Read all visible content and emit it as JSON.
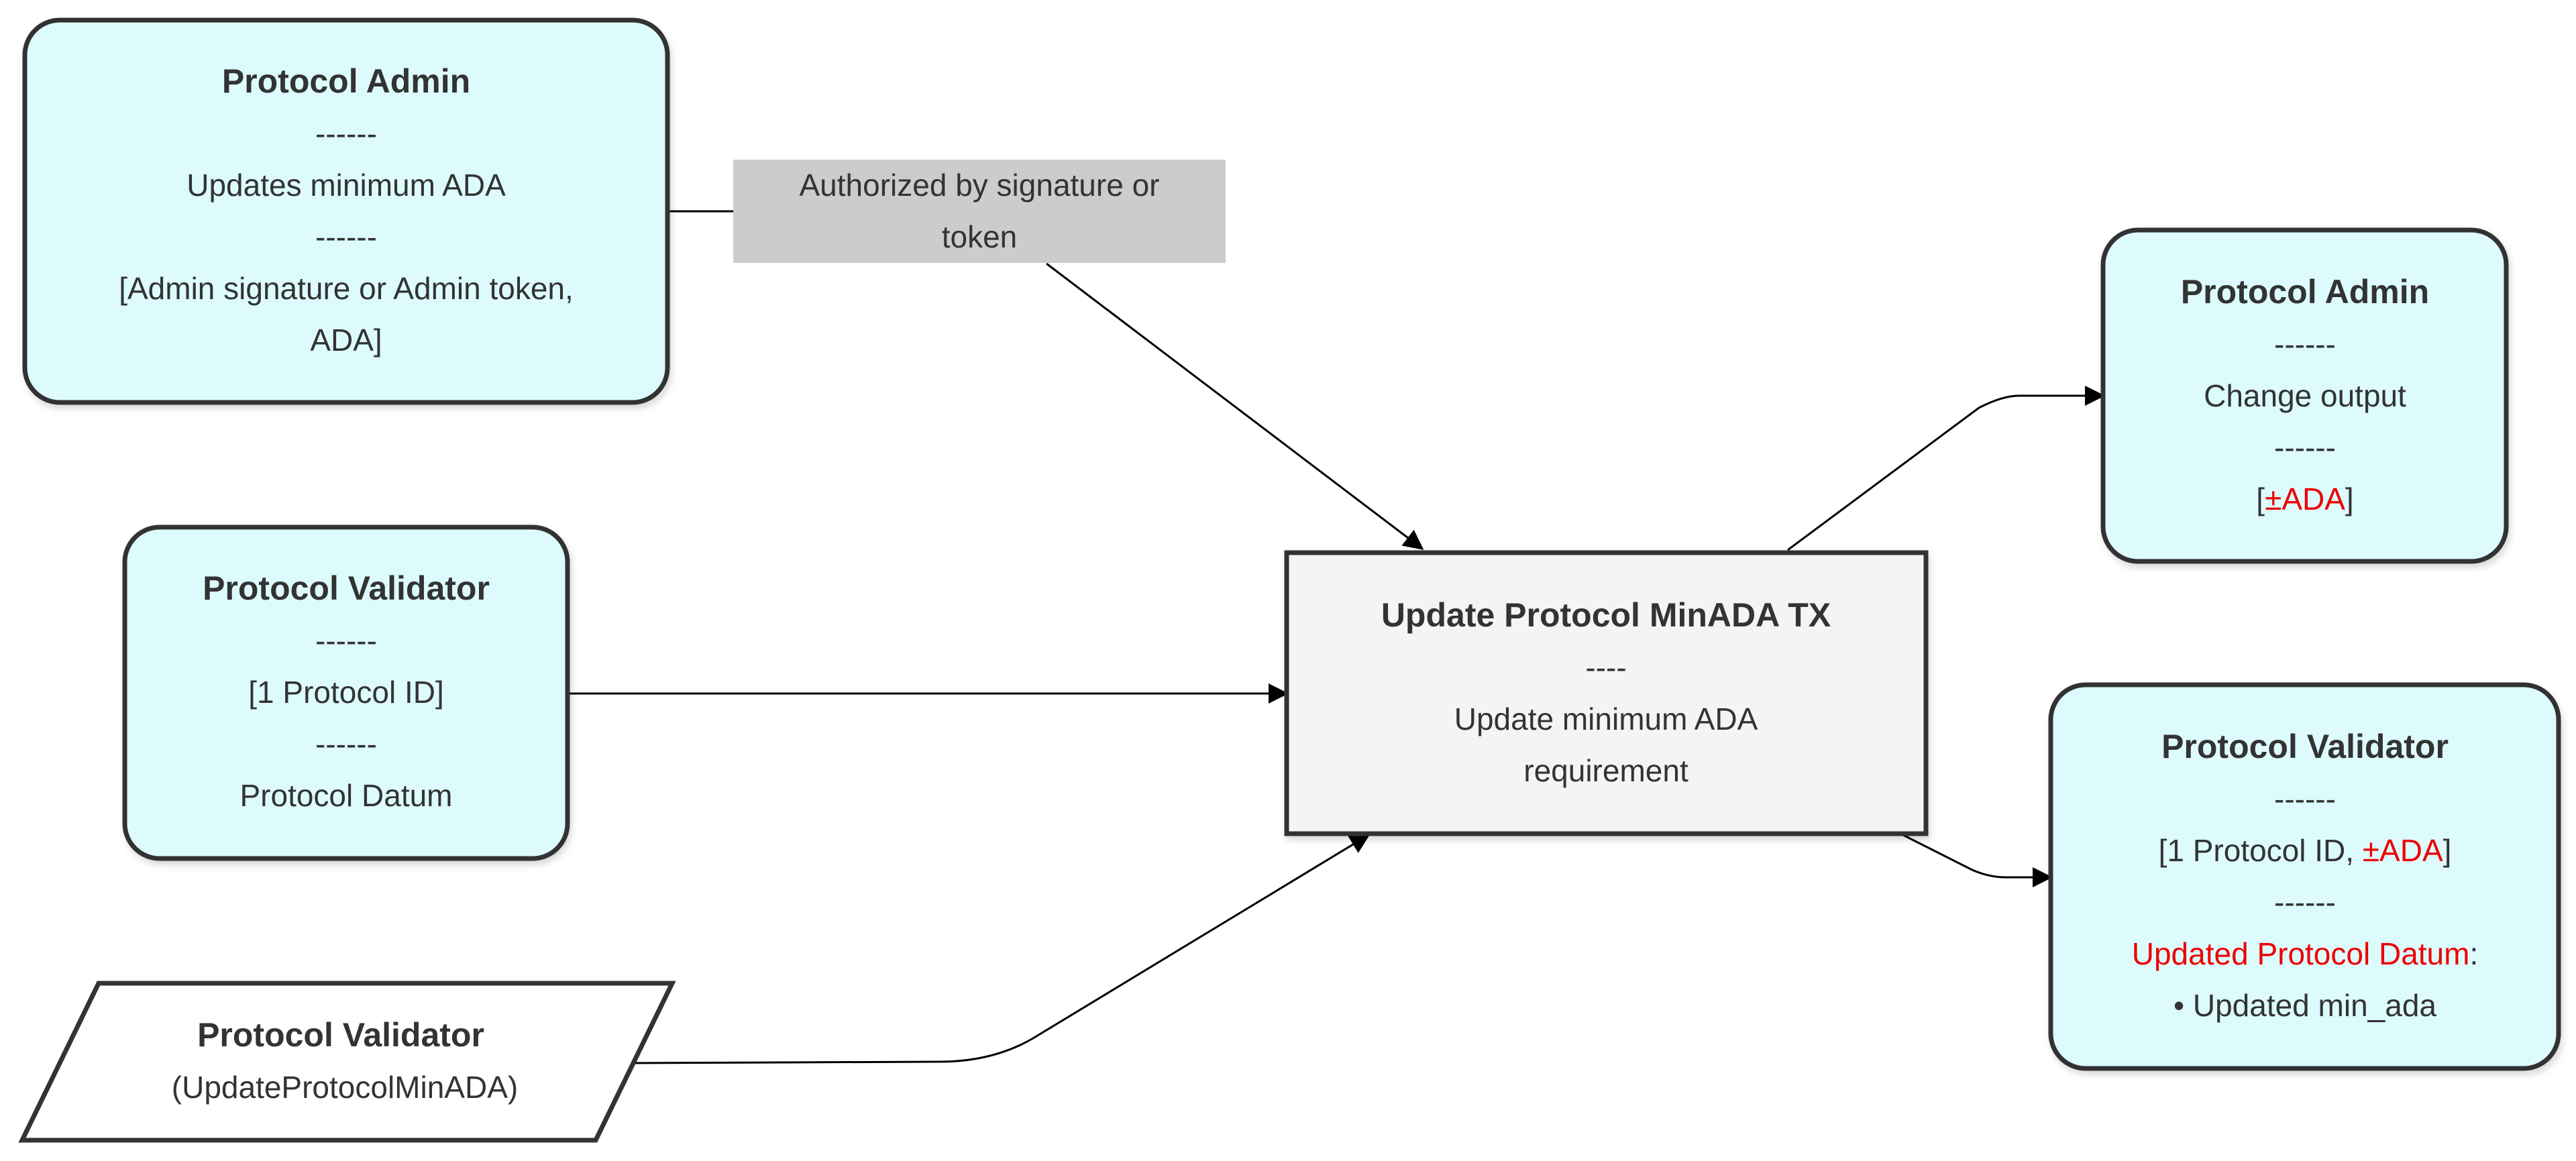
{
  "colors": {
    "node_fill": "#ddfbfd",
    "node_stroke": "#333333",
    "tx_fill": "#f4f4f4",
    "label_bg": "#cccccc",
    "highlight": "#ee0000",
    "edge": "#000000"
  },
  "inputs": {
    "admin": {
      "title": "Protocol Admin",
      "sep1": "------",
      "line1": "Updates minimum ADA",
      "sep2": "------",
      "line2a": "[Admin signature or Admin token,",
      "line2b": "ADA]"
    },
    "validator": {
      "title": "Protocol Validator",
      "sep1": "------",
      "line1": "[1 Protocol ID]",
      "sep2": "------",
      "line2": "Protocol Datum"
    },
    "redeemer": {
      "title": "Protocol Validator",
      "subtitle": "(UpdateProtocolMinADA)"
    }
  },
  "edge_label": {
    "line1": "Authorized by signature or",
    "line2": "token"
  },
  "transaction": {
    "title": "Update Protocol MinADA TX",
    "sep": "----",
    "line1": "Update minimum ADA",
    "line2": "requirement"
  },
  "outputs": {
    "admin": {
      "title": "Protocol Admin",
      "sep1": "------",
      "line1": "Change output",
      "sep2": "------",
      "bracket_open": "[",
      "ada": "±ADA",
      "bracket_close": "]"
    },
    "validator": {
      "title": "Protocol Validator",
      "sep1": "------",
      "id_prefix": "[1 Protocol ID, ",
      "ada": "±ADA",
      "bracket_close": "]",
      "sep2": "------",
      "datum": "Updated Protocol Datum",
      "colon": ":",
      "bullet": "• Updated min_ada"
    }
  }
}
